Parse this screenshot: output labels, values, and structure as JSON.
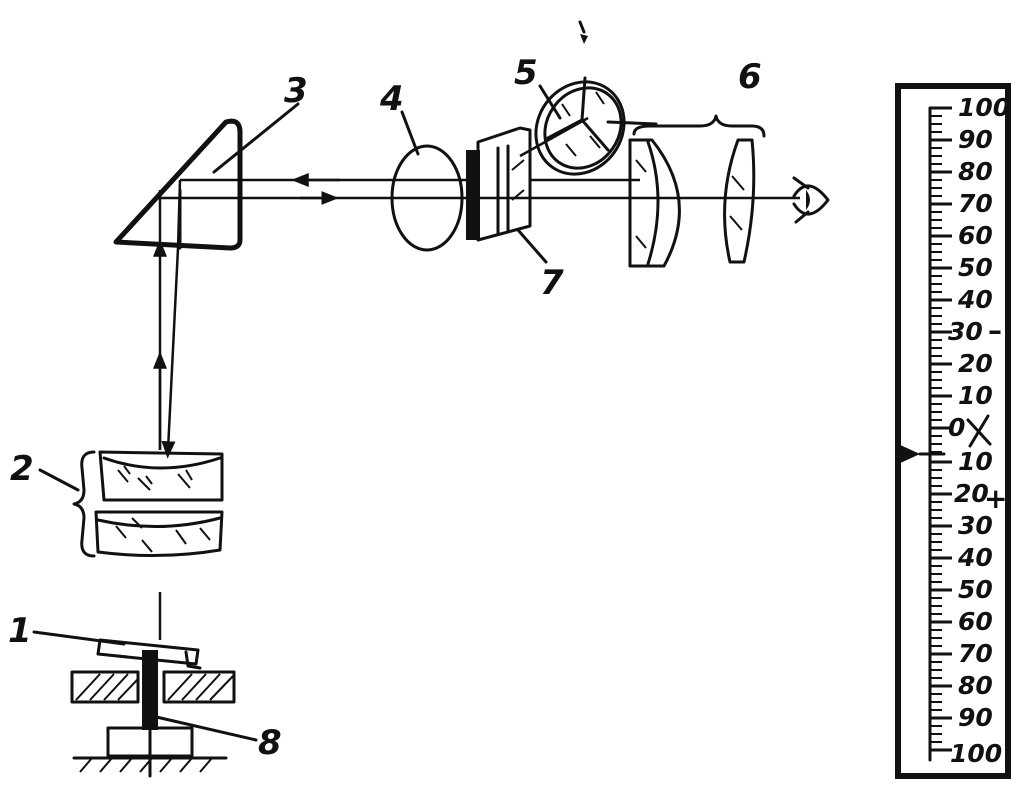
{
  "labels": {
    "source": "1",
    "lens_pair": "2",
    "prism": "3",
    "lens": "4",
    "disc": "5",
    "eyepiece": "6",
    "wedge": "7",
    "pin": "8"
  },
  "scale": {
    "top_ticks": [
      "100",
      "90",
      "80",
      "70",
      "60",
      "50",
      "40",
      "30",
      "20",
      "10"
    ],
    "zero": "0",
    "bottom_ticks": [
      "10",
      "20",
      "30",
      "40",
      "50",
      "60",
      "70",
      "80",
      "90",
      "100"
    ],
    "minus_sign": "–",
    "plus_sign": "+"
  }
}
